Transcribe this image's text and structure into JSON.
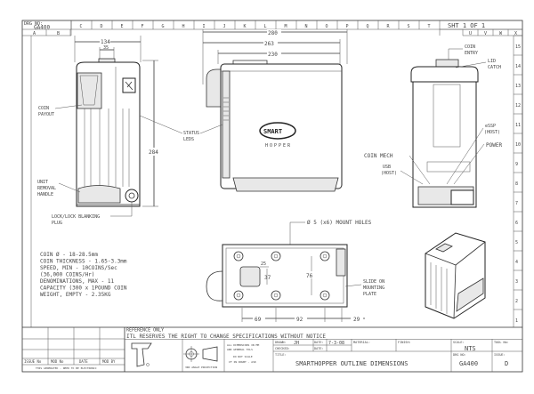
{
  "frame": {
    "drawing_no_label": "DRG NO:",
    "drawing_no": "GA400",
    "sheet": "SHT 1 OF 1",
    "top_columns": [
      "C",
      "D",
      "E",
      "F",
      "G",
      "H",
      "I",
      "J",
      "K",
      "L",
      "M",
      "N",
      "O",
      "P",
      "Q",
      "R",
      "S",
      "T"
    ],
    "left_columns": [
      "A",
      "B"
    ],
    "right_columns": [
      "U",
      "V",
      "W",
      "X"
    ],
    "row_numbers": [
      "15",
      "14",
      "13",
      "12",
      "11",
      "10",
      "9",
      "8",
      "7",
      "6",
      "5",
      "4",
      "3",
      "2",
      "1"
    ]
  },
  "front_view": {
    "width_dim": "134",
    "entry_dim": "35",
    "height_dim": "284",
    "labels": {
      "coin_payout": [
        "COIN",
        "PAYOUT"
      ],
      "unit_removal": [
        "UNIT",
        "REMOVAL",
        "HANDLE"
      ],
      "lock": [
        "LOCK/LOCK BLANKING",
        "PLUG"
      ]
    }
  },
  "side_view": {
    "dims": [
      "280",
      "263",
      "230"
    ],
    "status_leds": [
      "STATUS",
      "LEDS"
    ],
    "logo": "SMART",
    "logo_sub": "HOPPER"
  },
  "rear_view": {
    "labels": {
      "coin_entry": [
        "COIN",
        "ENTRY"
      ],
      "lid_catch": [
        "LID",
        "CATCH"
      ],
      "essp": [
        "eSSP",
        "(HOST)"
      ],
      "power": "POWER",
      "coin_mech": "COIN MECH",
      "usb": [
        "USB",
        "(HOST)"
      ]
    }
  },
  "bottom_view": {
    "mount_holes": "Ø 5 (x6) MOUNT HOLES",
    "dims": {
      "d25": "25",
      "d37": "37",
      "d76": "76",
      "d69": "69",
      "d92": "92",
      "d29": "29"
    },
    "slide": [
      "SLIDE ON",
      "MOUNTING",
      "PLATE"
    ]
  },
  "specs": [
    "COIN Ø - 18-28.5mm",
    "COIN THICKNESS - 1.65-3.3mm",
    "SPEED, MIN - 10COINS/Sec",
    "(36,000 COINS/Hr)",
    "DENOMINATIONS, MAX - 11",
    "CAPACITY (300 x 1POUND COIN",
    "WEIGHT, EMPTY - 2.35KG"
  ],
  "title_block": {
    "reference": "REFERENCE ONLY",
    "notice": "ITL RESERVES THE RIGHT TO CHANGE SPECIFICATIONS WITHOUT NOTICE",
    "rev_headers": [
      "ISSUE No",
      "MOD No",
      "DATE",
      "MOD BY"
    ],
    "rev_note": "THIS GENERATED - NEED TO BE ELECTRONIC",
    "projection": "3RD ANGLE PROJECTION",
    "notes": [
      "ALL DIMENSIONS IN MM",
      "AND GENERAL TOLS",
      "DO NOT SCALE",
      "IF IN DOUBT - ASK"
    ],
    "drawn_label": "DRAWN:",
    "drawn": "JH",
    "date_label": "DATE:",
    "date": "7-3-08",
    "checked_label": "CHECKED:",
    "date2_label": "DATE:",
    "material_label": "MATERIAL:",
    "finish_label": "FINISH:",
    "scale_label": "SCALE:",
    "scale": "NTS",
    "tool_label": "TOOL No:",
    "title_label": "TITLE:",
    "title": "SMARTHOPPER OUTLINE DIMENSIONS",
    "drg_label": "DRG NO:",
    "drg": "GA400",
    "issue_label": "ISSUE:",
    "issue": "D"
  }
}
